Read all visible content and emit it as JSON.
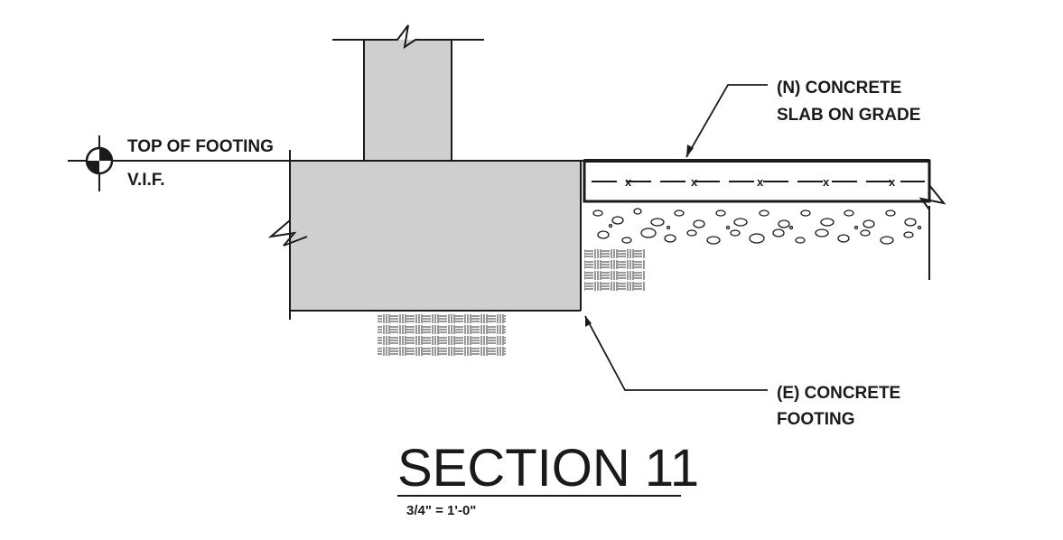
{
  "title": "SECTION 11",
  "scale": "3/4\" = 1'-0\"",
  "labels": {
    "top_of_footing": "TOP OF FOOTING",
    "vif": "V.I.F.",
    "slab_line1": "(N) CONCRETE",
    "slab_line2": "SLAB ON GRADE",
    "footing_line1": "(E) CONCRETE",
    "footing_line2": "FOOTING"
  },
  "colors": {
    "concrete_fill": "#cfcfcf",
    "line": "#1a1a1a"
  }
}
